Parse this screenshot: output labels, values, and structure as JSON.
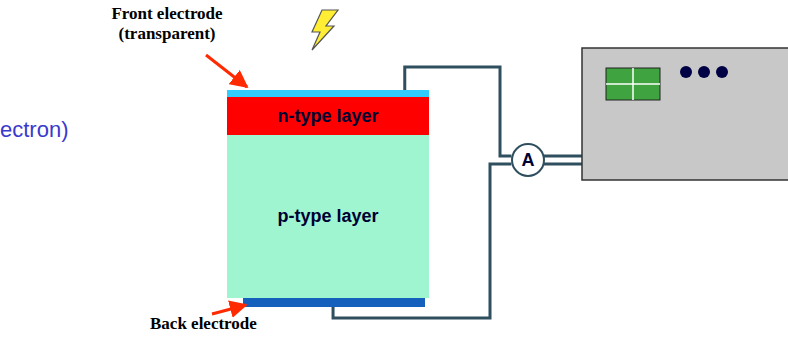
{
  "diagram": {
    "nodes": [
      {
        "text": [
          "n-type layer"
        ]
      },
      {
        "text": [
          "p-type layer"
        ]
      },
      {
        "text": [
          "A"
        ]
      }
    ],
    "edges": [
      {
        "from": 0,
        "to": 2,
        "arrow": "none"
      },
      {
        "from": 1,
        "to": 2,
        "arrow": "none"
      }
    ],
    "labels": [
      "Front electrode (transparent)",
      "ectron)",
      "Back electrode"
    ]
  }
}
